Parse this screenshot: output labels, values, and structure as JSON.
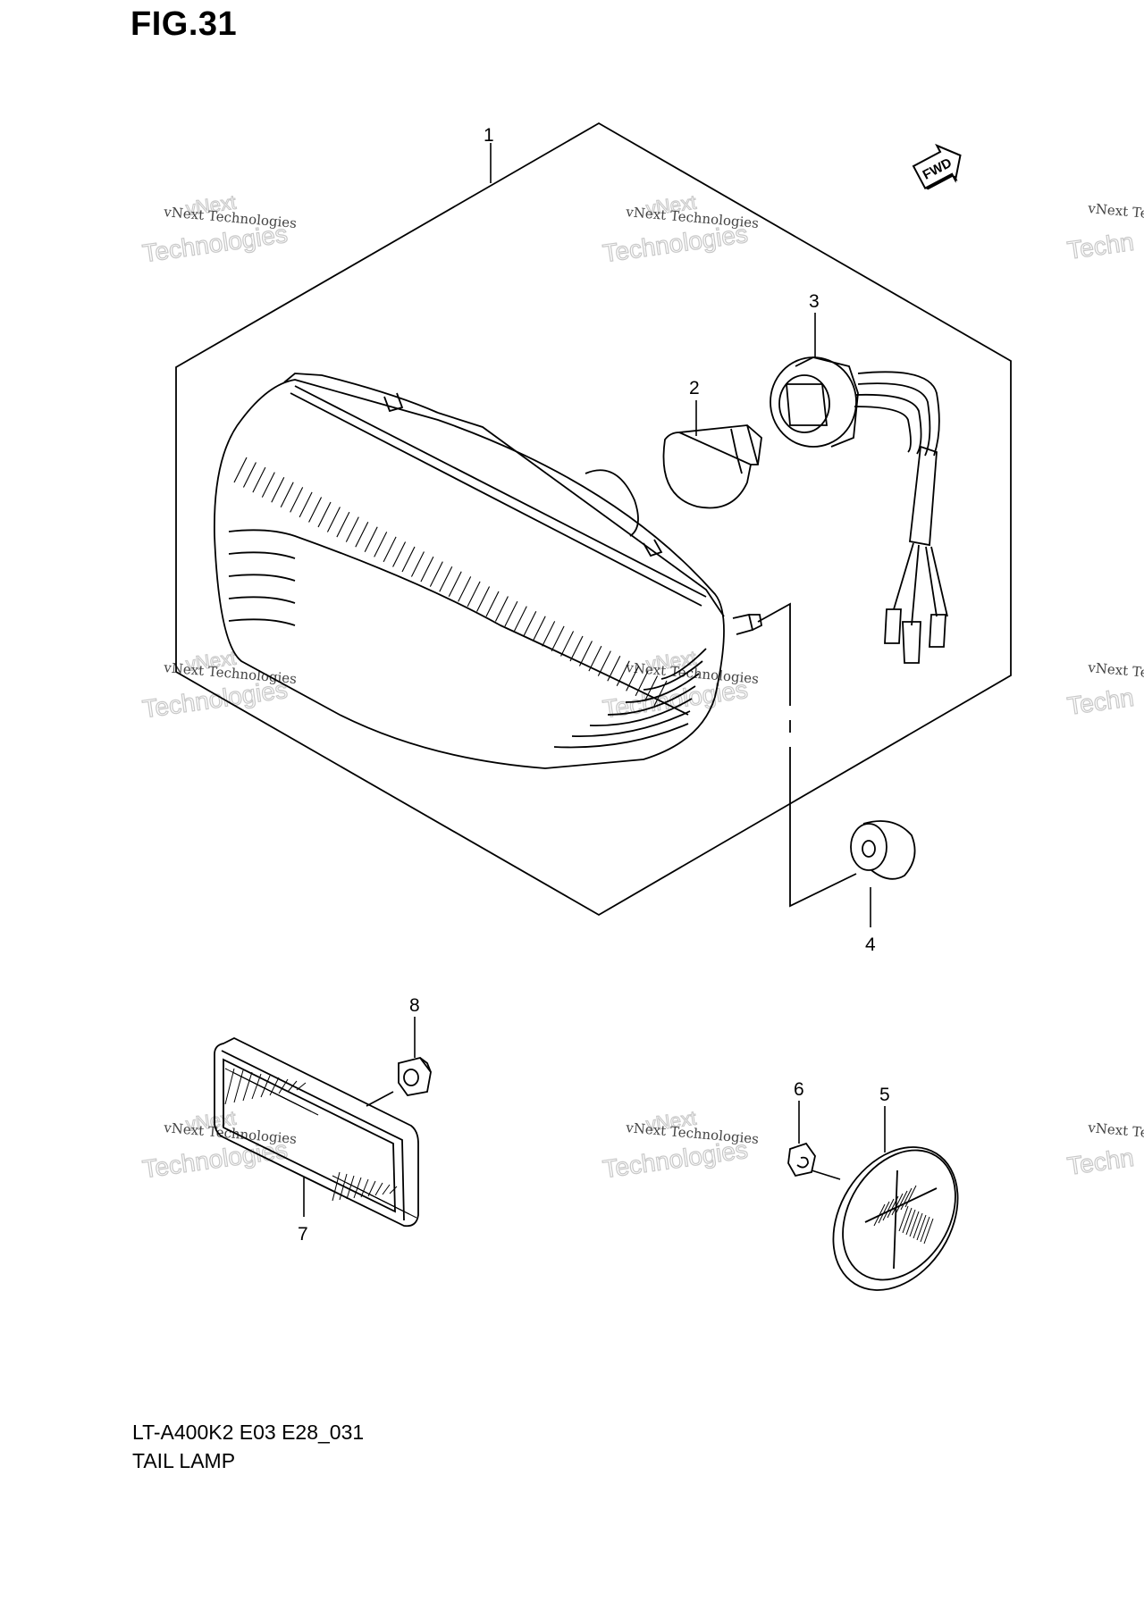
{
  "figure": {
    "title": "FIG.31",
    "model_code": "LT-A400K2 E03 E28_031",
    "name": "TAIL LAMP"
  },
  "fwd_label": "FWD",
  "callouts": [
    "1",
    "2",
    "3",
    "4",
    "5",
    "6",
    "7",
    "8"
  ],
  "watermark": {
    "line_small": "vNext Technologies",
    "line_top": "vNext",
    "line_big": "Technologies",
    "line_small_cut": "vNext Technol",
    "line_big_cut": "Techn"
  }
}
